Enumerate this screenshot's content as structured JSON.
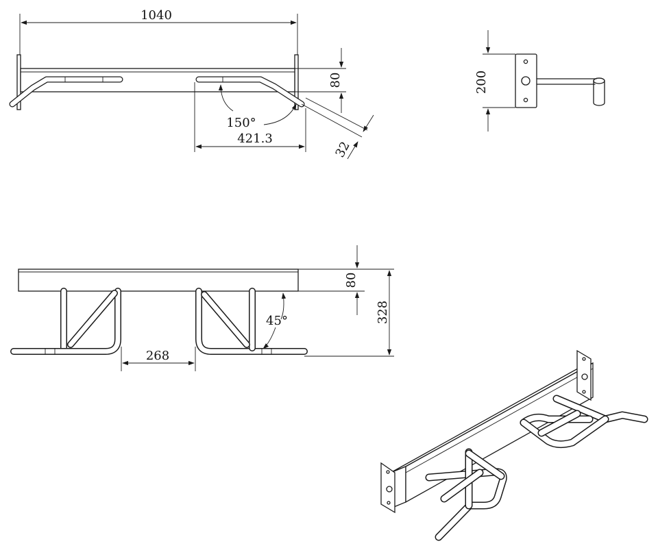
{
  "views": {
    "top": {
      "overall_length": "1040",
      "beam_depth": "80",
      "bend_angle": "150°",
      "handle_offset": "421.3",
      "tube_diameter": "32"
    },
    "side": {
      "plate_height": "200"
    },
    "front": {
      "beam_height": "80",
      "brace_angle": "45°",
      "total_height": "328",
      "inner_gap": "268"
    },
    "iso": {}
  }
}
